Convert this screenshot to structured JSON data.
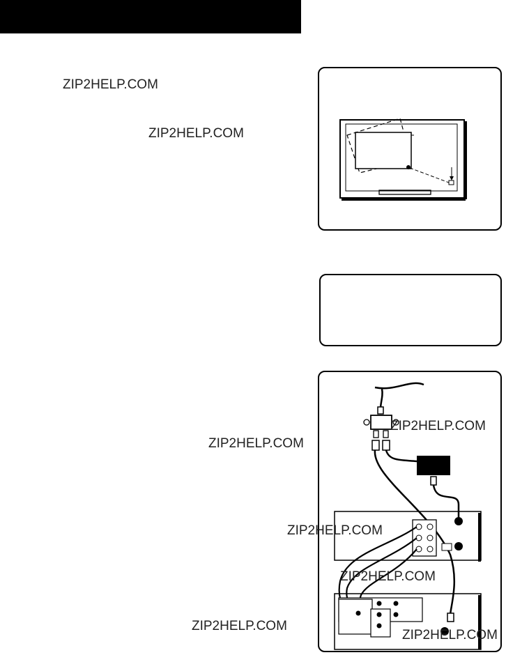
{
  "watermarks": {
    "w1": "ZIP2HELP.COM",
    "w2": "ZIP2HELP.COM",
    "w3": "ZIP2HELP.COM",
    "w4": "ZIP2HELP.COM",
    "w5": "ZIP2HELP.COM",
    "w6": "ZIP2HELP.COM",
    "w7": "ZIP2HELP.COM",
    "w8": "ZIP2HELP.COM"
  },
  "colors": {
    "header": "#000000",
    "ink": "#000000",
    "watermark": "#222222"
  }
}
